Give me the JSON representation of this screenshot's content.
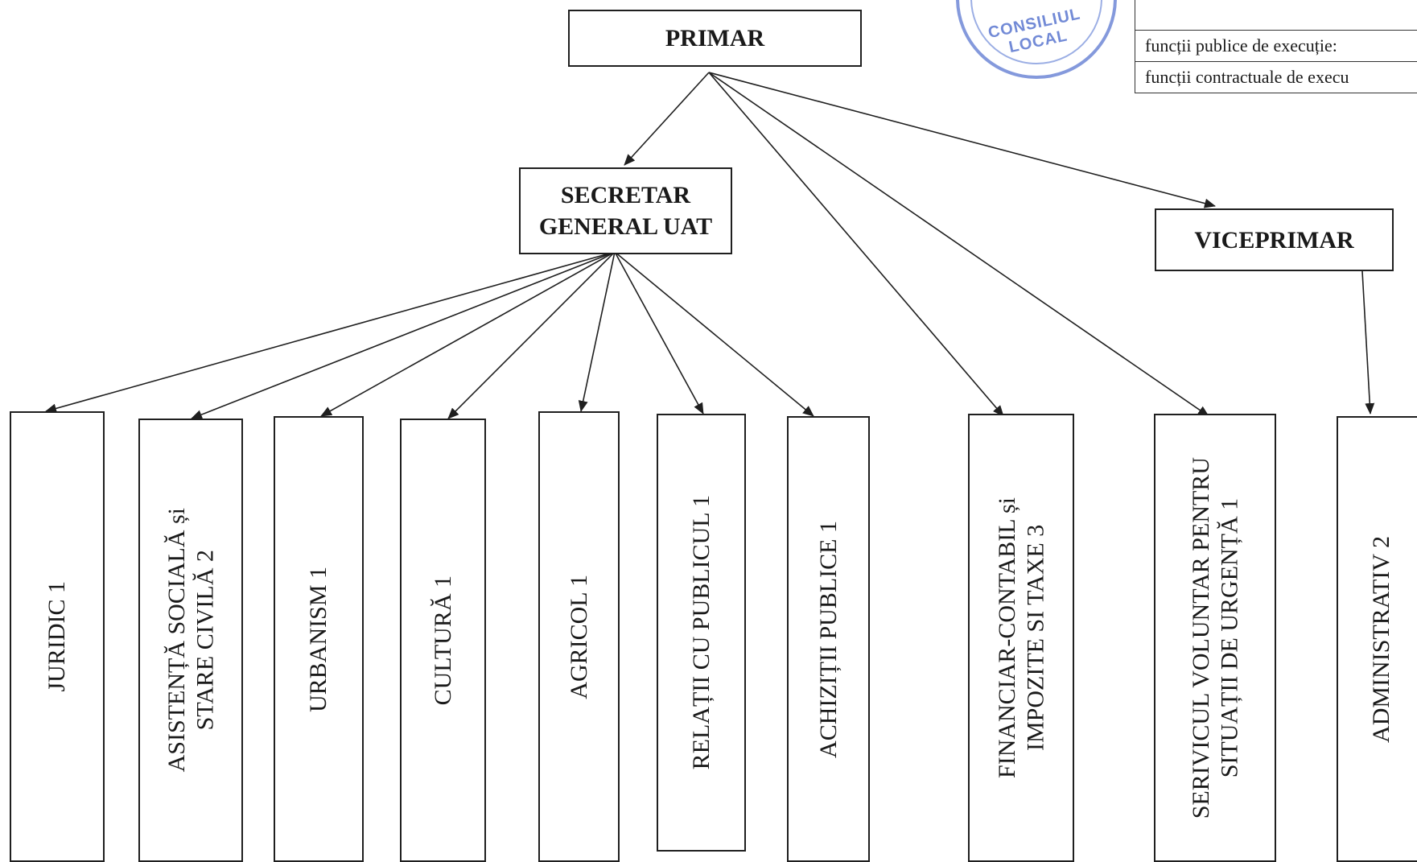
{
  "stamp": {
    "text": "CONSILIUL LOCAL"
  },
  "legend": {
    "rows": [
      "",
      "funcții publice de execuție:",
      "funcții contractuale de execu"
    ]
  },
  "nodes": {
    "primar": "PRIMAR",
    "secretar": [
      "SECRETAR",
      "GENERAL UAT"
    ],
    "viceprimar": "VICEPRIMAR"
  },
  "departments": [
    {
      "lines": [
        "JURIDIC 1"
      ]
    },
    {
      "lines": [
        "ASISTENȚĂ SOCIALĂ și",
        "STARE CIVILĂ 2"
      ]
    },
    {
      "lines": [
        "URBANISM 1"
      ]
    },
    {
      "lines": [
        "CULTURĂ  1"
      ]
    },
    {
      "lines": [
        "AGRICOL 1"
      ]
    },
    {
      "lines": [
        "RELAȚII CU PUBLICUL 1"
      ]
    },
    {
      "lines": [
        "ACHIZIȚII PUBLICE 1"
      ]
    },
    {
      "lines": [
        "FINANCIAR-CONTABIL și",
        "IMPOZITE SI TAXE  3"
      ]
    },
    {
      "lines": [
        "SERIVICUL VOLUNTAR PENTRU",
        "SITUAȚII DE URGENȚĂ 1"
      ]
    },
    {
      "lines": [
        "ADMINISTRATIV 2"
      ]
    }
  ],
  "colors": {
    "line": "#1f1f1f",
    "stamp": "#5a76d0"
  }
}
